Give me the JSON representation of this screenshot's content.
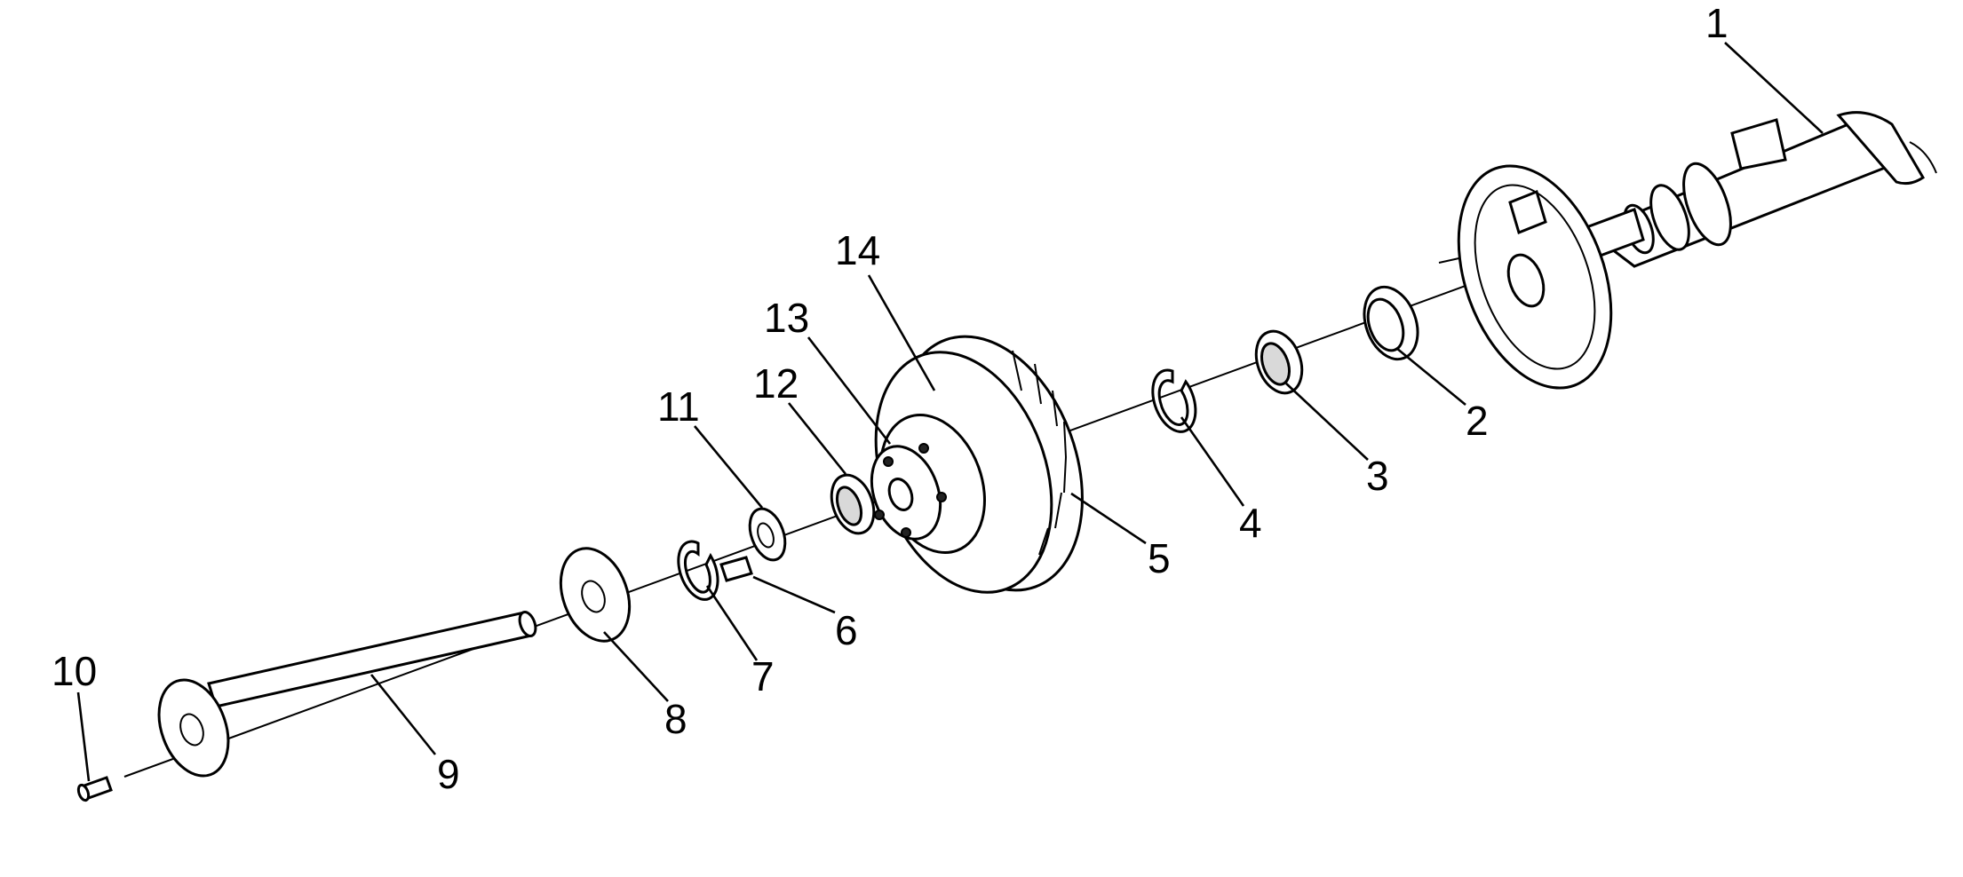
{
  "diagram": {
    "callouts": [
      {
        "id": "1",
        "label": "1",
        "part": "axle-housing"
      },
      {
        "id": "2",
        "label": "2",
        "part": "outer-oil-seal"
      },
      {
        "id": "3",
        "label": "3",
        "part": "inner-bearing"
      },
      {
        "id": "4",
        "label": "4",
        "part": "retaining-ring-inner"
      },
      {
        "id": "5",
        "label": "5",
        "part": "hub-and-drum"
      },
      {
        "id": "6",
        "label": "6",
        "part": "key"
      },
      {
        "id": "7",
        "label": "7",
        "part": "retaining-ring-outer"
      },
      {
        "id": "8",
        "label": "8",
        "part": "flange-plate"
      },
      {
        "id": "9",
        "label": "9",
        "part": "axle-shaft"
      },
      {
        "id": "10",
        "label": "10",
        "part": "bolt"
      },
      {
        "id": "11",
        "label": "11",
        "part": "lock-washer"
      },
      {
        "id": "12",
        "label": "12",
        "part": "outer-bearing"
      },
      {
        "id": "13",
        "label": "13",
        "part": "hub-face"
      },
      {
        "id": "14",
        "label": "14",
        "part": "wheel-stud"
      }
    ]
  }
}
